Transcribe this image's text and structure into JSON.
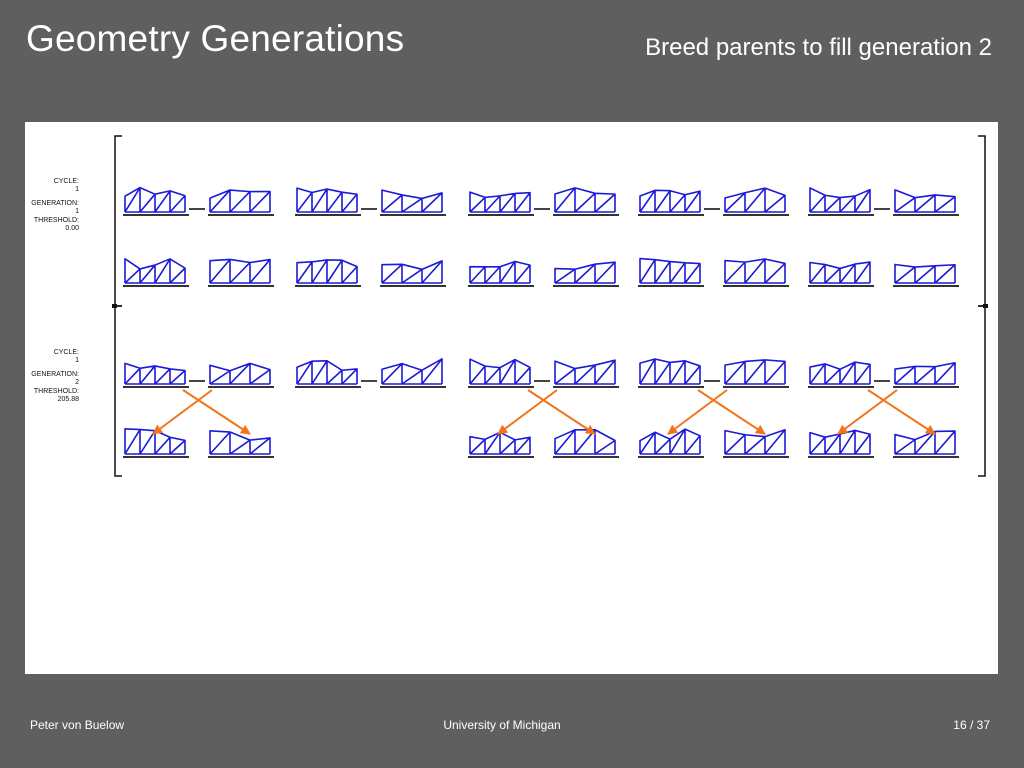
{
  "slide": {
    "title": "Geometry Generations",
    "subtitle": "Breed parents to fill generation 2"
  },
  "labels": {
    "cycle1": {
      "cycle_label": "CYCLE:",
      "cycle": "1",
      "generation_label": "GENERATION:",
      "generation": "1",
      "threshold_label": "THRESHOLD:",
      "threshold": "0.00"
    },
    "cycle2": {
      "cycle_label": "CYCLE:",
      "cycle": "1",
      "generation_label": "GENERATION:",
      "generation": "2",
      "threshold_label": "THRESHOLD:",
      "threshold": "205.88"
    }
  },
  "colors": {
    "truss": "#1a1ad8",
    "arrow": "#f2731c",
    "frame": "#111111",
    "background": "#5f5f5f",
    "panel": "#ffffff"
  },
  "footer": {
    "author": "Peter von Buelow",
    "institution": "University of Michigan",
    "page": "16 / 37"
  }
}
